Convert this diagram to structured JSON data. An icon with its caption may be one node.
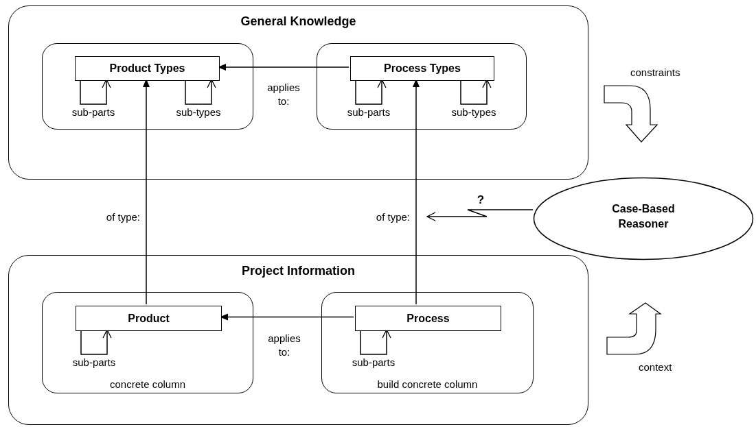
{
  "diagram": {
    "nodes": [
      {
        "text": [
          "General Knowledge"
        ]
      },
      {
        "text": [],
        "shape": "box",
        "in": 0
      },
      {
        "text": [
          "Product Types"
        ],
        "in": 1
      },
      {
        "text": [],
        "shape": "box",
        "in": 0
      },
      {
        "text": [
          "Process Types"
        ],
        "in": 3
      },
      {
        "text": [
          "Case-Based Reasoner"
        ]
      },
      {
        "text": [
          "Project Information"
        ]
      },
      {
        "text": [
          "concrete column"
        ],
        "in": 6
      },
      {
        "text": [
          "Product"
        ],
        "in": 7
      },
      {
        "text": [
          "build concrete column"
        ],
        "in": 6
      },
      {
        "text": [
          "Process"
        ],
        "in": 9
      }
    ],
    "edges": [
      {
        "from": 2,
        "to": 2,
        "arrow": "to",
        "label": "sub-parts"
      },
      {
        "from": 2,
        "to": 2,
        "arrow": "to",
        "label": "sub-types"
      },
      {
        "from": 4,
        "to": 4,
        "arrow": "to",
        "label": "sub-parts"
      },
      {
        "from": 4,
        "to": 4,
        "arrow": "to",
        "label": "sub-types"
      },
      {
        "from": 4,
        "to": 2,
        "arrow": "to",
        "label": "applies to:"
      },
      {
        "from": 8,
        "to": 2,
        "arrow": "to",
        "label": "of type:"
      },
      {
        "from": 10,
        "to": 4,
        "arrow": "to",
        "label": "of type:"
      },
      {
        "from": 5,
        "to": null,
        "arrow": "to",
        "label": "?"
      },
      {
        "from": 8,
        "to": 8,
        "arrow": "to",
        "label": "sub-parts"
      },
      {
        "from": 10,
        "to": 10,
        "arrow": "to",
        "label": "sub-parts"
      },
      {
        "from": 10,
        "to": 8,
        "arrow": "to",
        "label": "applies to:"
      }
    ],
    "labels": [
      "constraints",
      "context"
    ]
  }
}
